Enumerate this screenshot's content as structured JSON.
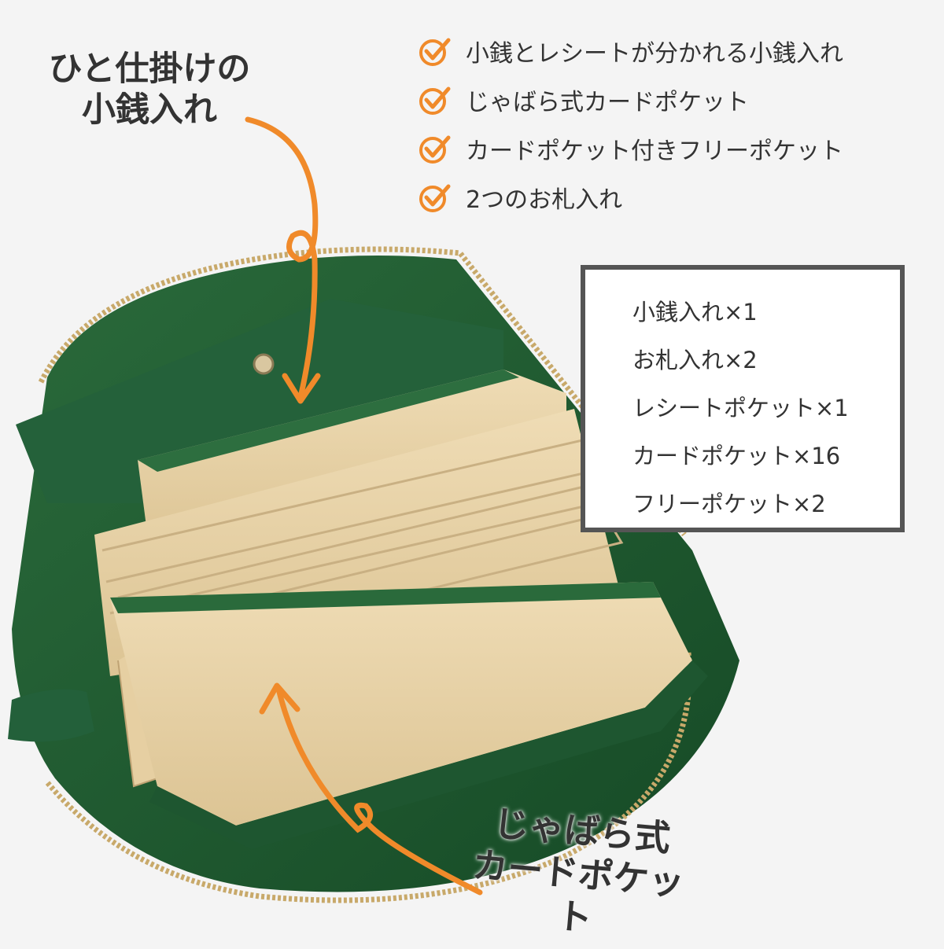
{
  "colors": {
    "background": "#f4f4f4",
    "accent_orange": "#f08a2a",
    "text_dark": "#333333",
    "box_border": "#555555",
    "leather_green": "#1f5a30",
    "lining_beige": "#e9d6ae",
    "zipper_gold": "#c8a96a"
  },
  "callouts": {
    "coin_purse": [
      "ひと仕掛けの",
      "小銭入れ"
    ],
    "accordion": [
      "じゃばら式",
      "カードポケット"
    ]
  },
  "features": [
    {
      "icon": "check-circle-icon",
      "text": "小銭とレシートが分かれる小銭入れ"
    },
    {
      "icon": "check-circle-icon",
      "text": "じゃばら式カードポケット"
    },
    {
      "icon": "check-circle-icon",
      "text": "カードポケット付きフリーポケット"
    },
    {
      "icon": "check-circle-icon",
      "text": "2つのお札入れ"
    }
  ],
  "specs": [
    "小銭入れ×1",
    "お札入れ×2",
    "レシートポケット×1",
    "カードポケット×16",
    "フリーポケット×2"
  ],
  "photo": {
    "subject": "green leather zip-around long wallet, open"
  }
}
